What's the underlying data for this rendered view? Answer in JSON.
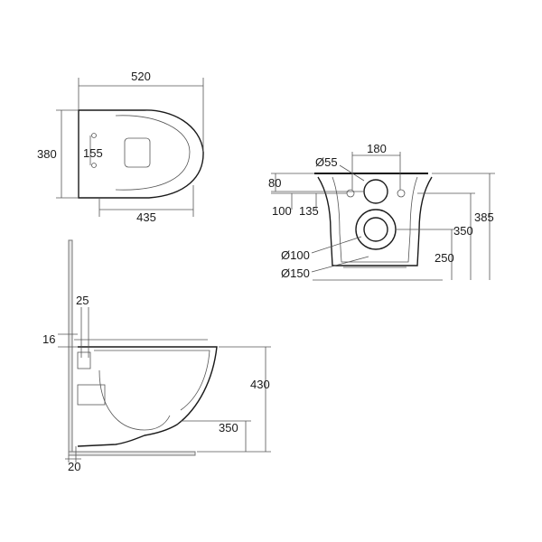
{
  "top_view": {
    "width_label": "520",
    "depth_label": "380",
    "bolt_spacing_label": "155",
    "base_width_label": "435"
  },
  "rear_view": {
    "bolt_spacing_label": "180",
    "inlet_dia_label": "Ø55",
    "inlet_height_label": "80",
    "dim_100_label": "100",
    "dim_135_label": "135",
    "total_height_label": "385",
    "bolt_height_label": "350",
    "outlet_height_label": "250",
    "outlet_dia_label": "Ø100",
    "pan_dia_label": "Ø150"
  },
  "side_view": {
    "dim_25_label": "25",
    "dim_16_label": "16",
    "height_label": "430",
    "outlet_height_label": "350",
    "wall_gap_label": "20"
  }
}
